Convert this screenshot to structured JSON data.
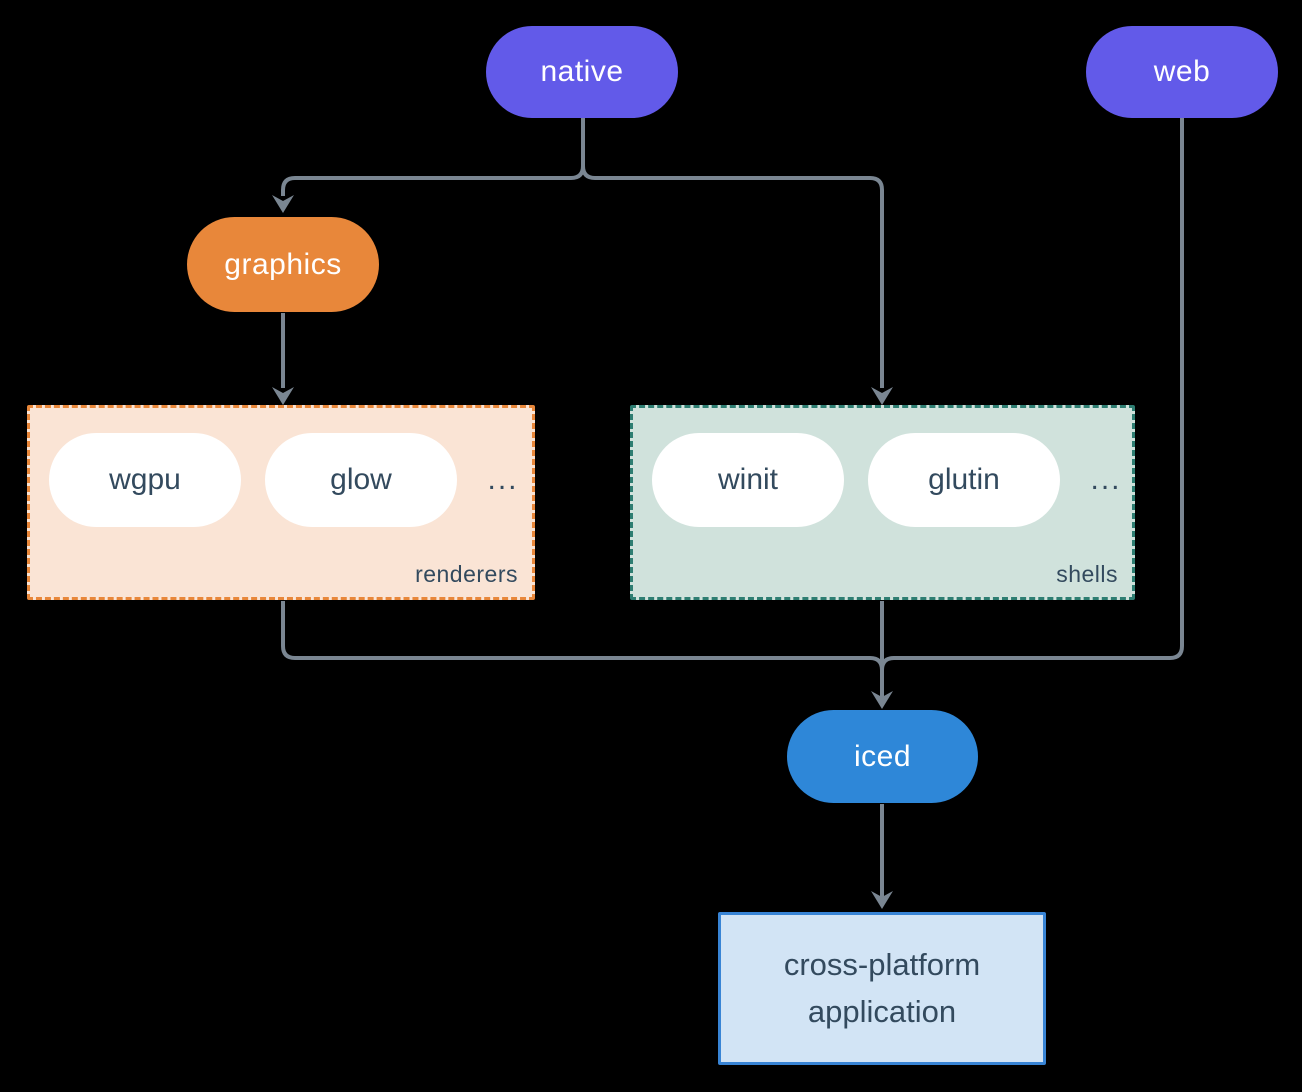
{
  "diagram": {
    "background_color": "#000000",
    "line_color": "#7A8692",
    "nodes": {
      "native": {
        "label": "native",
        "fill": "#625AE9",
        "text_color": "#FFFFFF"
      },
      "web": {
        "label": "web",
        "fill": "#625AE9",
        "text_color": "#FFFFFF"
      },
      "graphics": {
        "label": "graphics",
        "fill": "#E8873A",
        "text_color": "#FFFFFF"
      },
      "iced": {
        "label": "iced",
        "fill": "#2E87D8",
        "text_color": "#FFFFFF"
      },
      "application": {
        "label": "cross-platform application",
        "fill": "#D2E4F5",
        "border_color": "#3884D5",
        "text_color": "#334A5E"
      }
    },
    "groups": {
      "renderers": {
        "label": "renderers",
        "fill": "#FAE4D5",
        "border_color": "#E8873A",
        "label_color": "#334A5E",
        "item_text_color": "#334A5E",
        "items": [
          {
            "label": "wgpu"
          },
          {
            "label": "glow"
          }
        ],
        "ellipsis": "..."
      },
      "shells": {
        "label": "shells",
        "fill": "#D0E2DC",
        "border_color": "#2E7E72",
        "label_color": "#334A5E",
        "item_text_color": "#334A5E",
        "items": [
          {
            "label": "winit"
          },
          {
            "label": "glutin"
          }
        ],
        "ellipsis": "..."
      }
    },
    "edges": [
      {
        "from": "native",
        "to": "graphics"
      },
      {
        "from": "native",
        "to": "shells"
      },
      {
        "from": "graphics",
        "to": "renderers"
      },
      {
        "from": "renderers",
        "to": "iced"
      },
      {
        "from": "shells",
        "to": "iced"
      },
      {
        "from": "web",
        "to": "iced"
      },
      {
        "from": "iced",
        "to": "application"
      }
    ]
  }
}
